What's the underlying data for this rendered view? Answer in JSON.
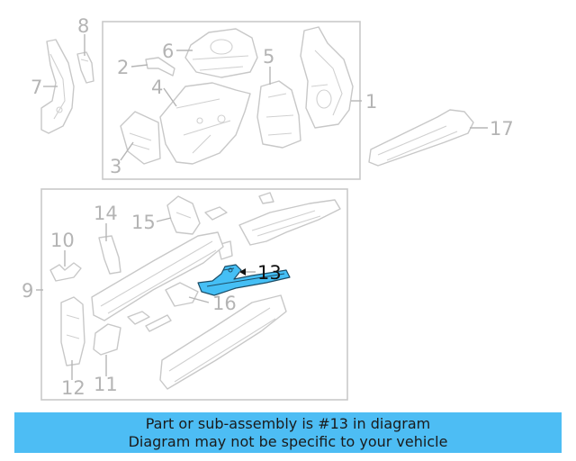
{
  "callouts": {
    "c1": "1",
    "c2": "2",
    "c3": "3",
    "c4": "4",
    "c5": "5",
    "c6": "6",
    "c7": "7",
    "c8": "8",
    "c9": "9",
    "c10": "10",
    "c11": "11",
    "c12": "12",
    "c13": "13",
    "c14": "14",
    "c15": "15",
    "c16": "16",
    "c17": "17"
  },
  "highlight": {
    "part_number": "13",
    "color": "#45bff5"
  },
  "banner": {
    "line1": "Part or sub-assembly is #13 in diagram",
    "line2": "Diagram may not be specific to your vehicle",
    "color": "#4dbdf4"
  }
}
